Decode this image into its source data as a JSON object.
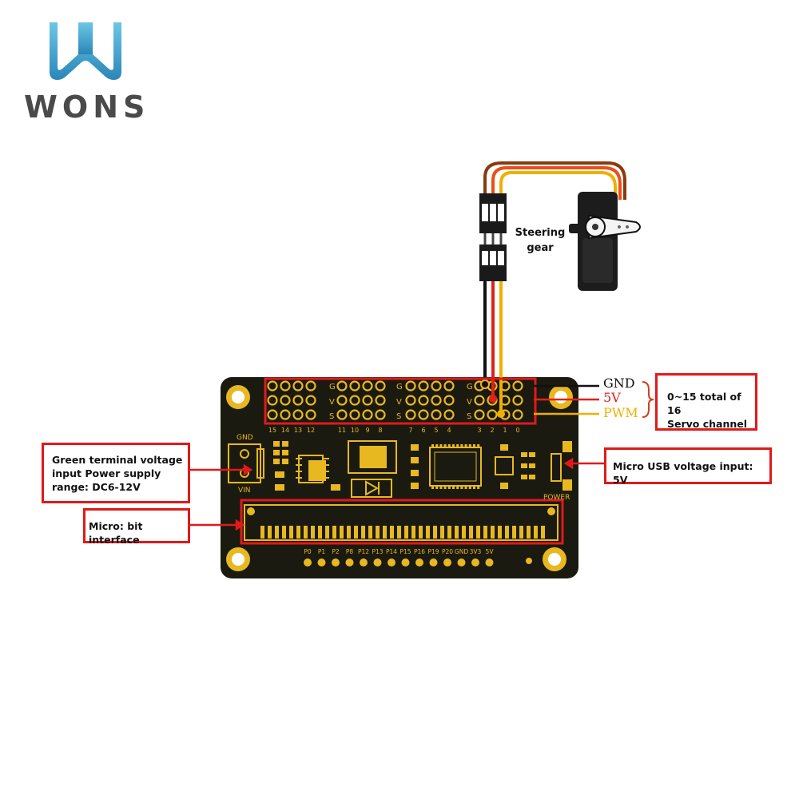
{
  "brand": {
    "name": "WONS",
    "accent": "#3d9bc6"
  },
  "servo": {
    "label_line1": "Steering",
    "label_line2": "gear"
  },
  "signals": {
    "gnd": "GND",
    "v5": "5V",
    "pwm": "PWM"
  },
  "callouts": {
    "servo_channel_line1": "0~15 total of 16",
    "servo_channel_line2": "Servo channel",
    "usb": "Micro USB voltage input: 5V",
    "green_terminal_line1": "Green terminal voltage",
    "green_terminal_line2": "input Power supply",
    "green_terminal_line3": "range: DC6-12V",
    "microbit": "Micro: bit interface"
  },
  "board": {
    "row_labels": [
      "G",
      "V",
      "S"
    ],
    "channel_numbers": [
      "15",
      "14",
      "13",
      "12",
      "11",
      "10",
      "9",
      "8",
      "7",
      "6",
      "5",
      "4",
      "3",
      "2",
      "1",
      "0"
    ],
    "terminal_labels": {
      "gnd": "GND",
      "vin": "VIN"
    },
    "power_label": "POWER",
    "pin_labels": [
      "P0",
      "P1",
      "P2",
      "P8",
      "P12",
      "P13",
      "P14",
      "P15",
      "P16",
      "P19",
      "P20",
      "GND",
      "3V3",
      "5V"
    ]
  },
  "colors": {
    "board": "#1a1a10",
    "board_gold": "#e8b820",
    "callout_red": "#e01a1a",
    "wire_black": "#111111",
    "wire_red": "#e0221a",
    "wire_yellow": "#f0b000",
    "wire_brown": "#8a3a10",
    "wire_orange": "#e8501a"
  }
}
